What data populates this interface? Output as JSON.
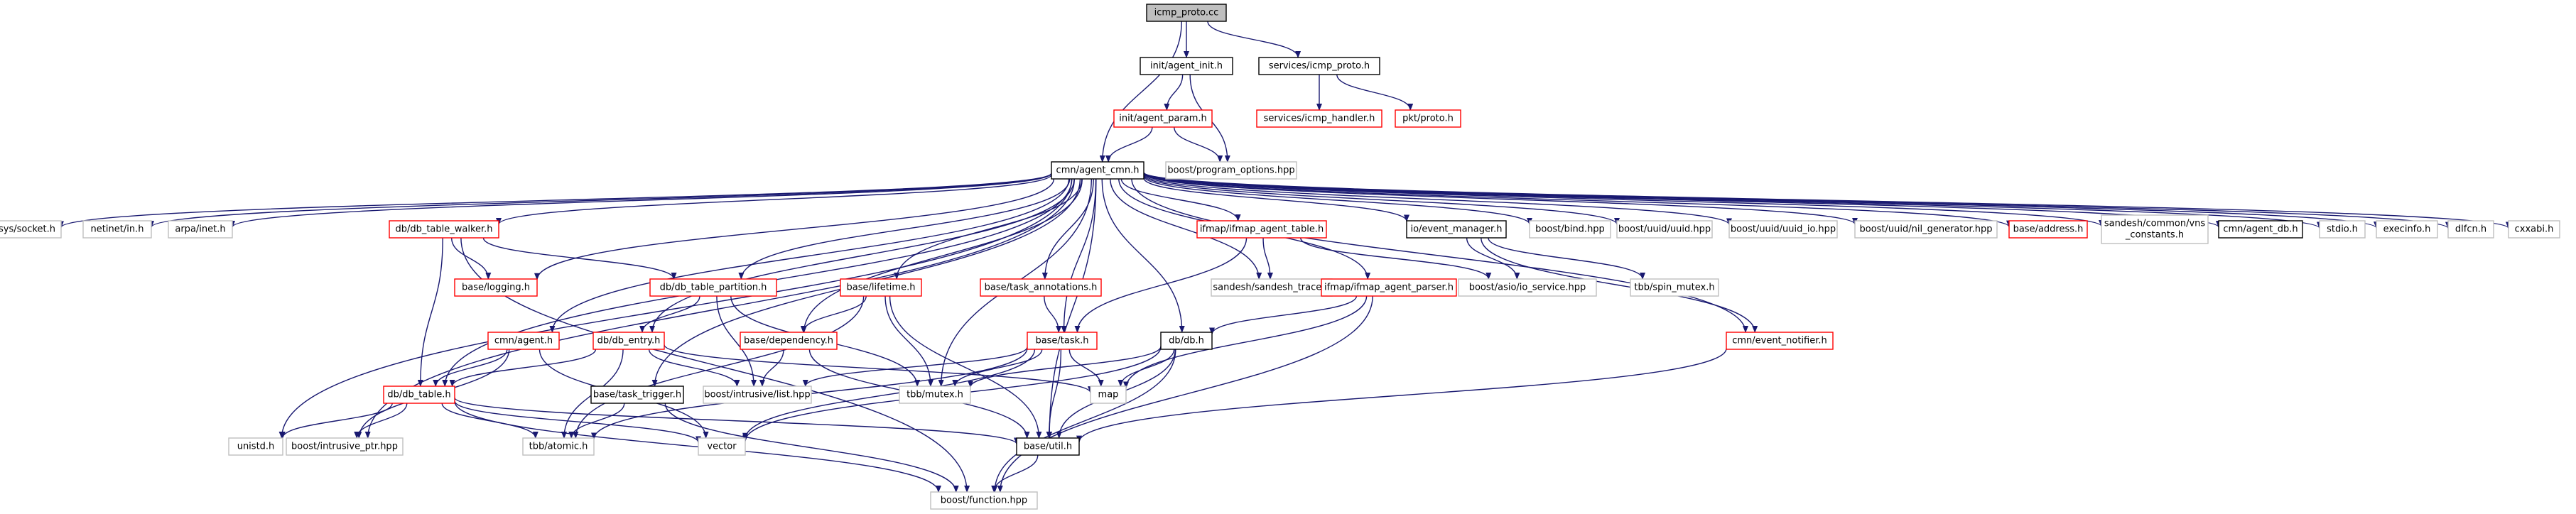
{
  "colors": {
    "edge": "#191970",
    "root_fill": "#bfbfbf",
    "border_black": "#000000",
    "border_red": "#ff0000",
    "border_gray": "#bfbfbf",
    "text": "#000000"
  },
  "nodes": {
    "icmp_proto_cc": "icmp_proto.cc",
    "agent_init_h": "init/agent_init.h",
    "services_icmp_proto_h": "services/icmp_proto.h",
    "agent_param_h": "init/agent_param.h",
    "services_icmp_handler_h": "services/icmp_handler.h",
    "pkt_proto_h": "pkt/proto.h",
    "agent_cmn_h": "cmn/agent_cmn.h",
    "program_options_hpp": "boost/program_options.hpp",
    "sys_socket_h": "sys/socket.h",
    "netinet_in_h": "netinet/in.h",
    "arpa_inet_h": "arpa/inet.h",
    "db_table_walker_h": "db/db_table_walker.h",
    "ifmap_agent_table_h": "ifmap/ifmap_agent_table.h",
    "io_event_manager_h": "io/event_manager.h",
    "boost_bind_hpp": "boost/bind.hpp",
    "uuid_hpp": "boost/uuid/uuid.hpp",
    "uuid_io_hpp": "boost/uuid/uuid_io.hpp",
    "nil_generator_hpp": "boost/uuid/nil_generator.hpp",
    "base_address_h": "base/address.h",
    "vns_constants_line1": "sandesh/common/vns",
    "vns_constants_line2": "_constants.h",
    "agent_db_h": "cmn/agent_db.h",
    "stdio_h": "stdio.h",
    "execinfo_h": "execinfo.h",
    "dlfcn_h": "dlfcn.h",
    "cxxabi_h": "cxxabi.h",
    "base_logging_h": "base/logging.h",
    "db_table_partition_h": "db/db_table_partition.h",
    "base_lifetime_h": "base/lifetime.h",
    "task_annotations_h": "base/task_annotations.h",
    "sandesh_trace_h": "sandesh/sandesh_trace.h",
    "asio_io_service_hpp": "boost/asio/io_service.hpp",
    "spin_mutex_h": "tbb/spin_mutex.h",
    "ifmap_agent_parser_h": "ifmap/ifmap_agent_parser.h",
    "cmn_agent_h": "cmn/agent.h",
    "db_entry_h": "db/db_entry.h",
    "base_dependency_h": "base/dependency.h",
    "base_task_h": "base/task.h",
    "db_db_h": "db/db.h",
    "event_notifier_h": "cmn/event_notifier.h",
    "db_table_h": "db/db_table.h",
    "task_trigger_h": "base/task_trigger.h",
    "intrusive_list_hpp": "boost/intrusive/list.hpp",
    "tbb_mutex_h": "tbb/mutex.h",
    "map": "map",
    "unistd_h": "unistd.h",
    "intrusive_ptr_hpp": "boost/intrusive_ptr.hpp",
    "tbb_atomic_h": "tbb/atomic.h",
    "vector": "vector",
    "base_util_h": "base/util.h",
    "boost_function_hpp": "boost/function.hpp"
  }
}
